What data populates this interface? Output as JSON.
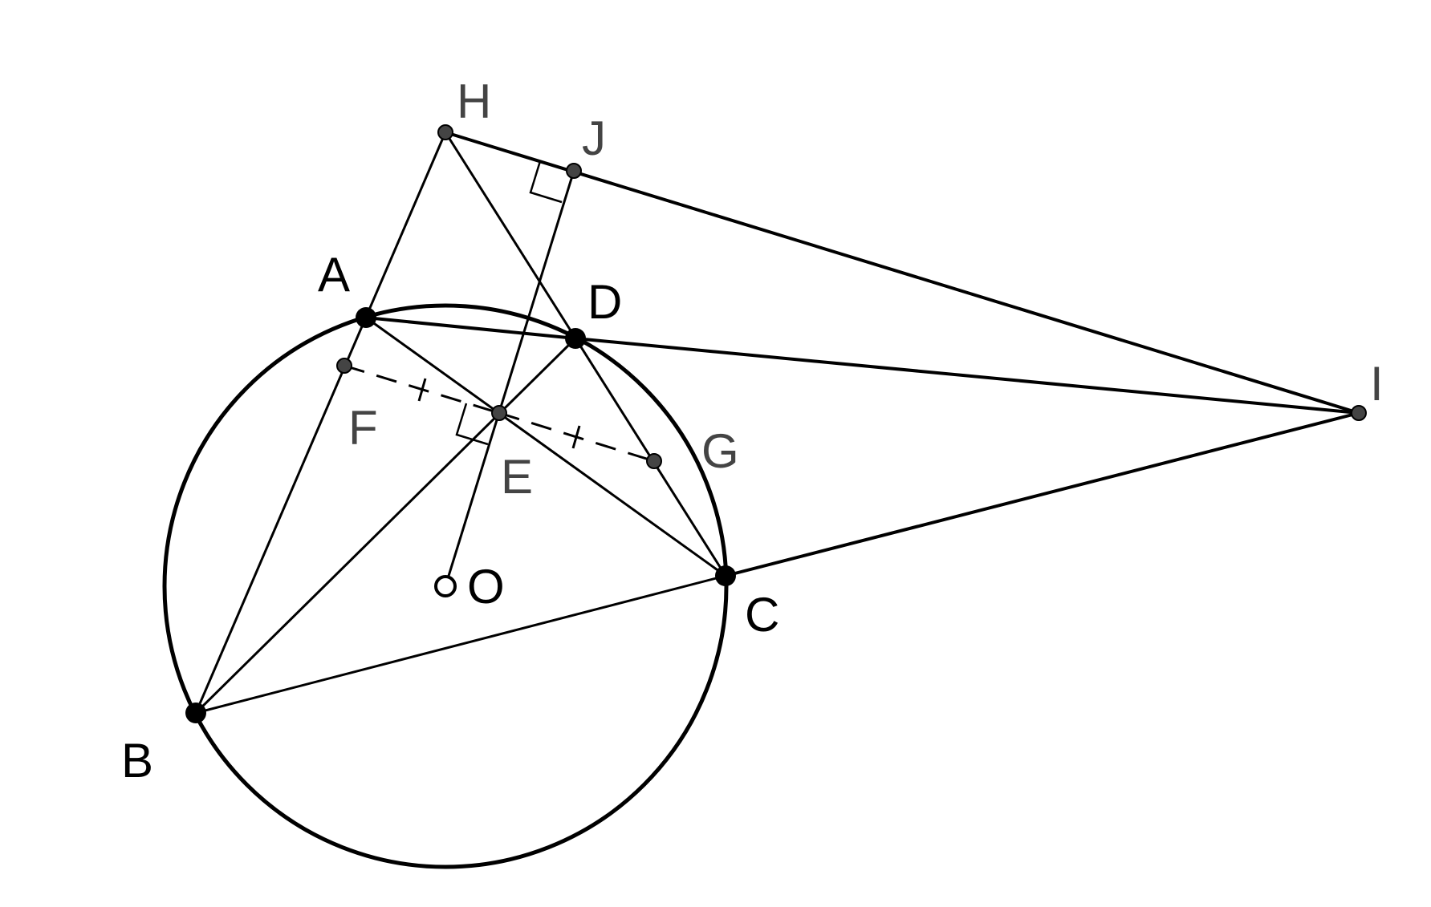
{
  "points": {
    "A": {
      "label": "A"
    },
    "B": {
      "label": "B"
    },
    "C": {
      "label": "C"
    },
    "D": {
      "label": "D"
    },
    "E": {
      "label": "E"
    },
    "F": {
      "label": "F"
    },
    "G": {
      "label": "G"
    },
    "H": {
      "label": "H"
    },
    "I": {
      "label": "I"
    },
    "J": {
      "label": "J"
    },
    "O": {
      "label": "O"
    }
  },
  "colors": {
    "stroke": "#000000",
    "point_dark": "#000000",
    "point_gray": "#444444",
    "label_gray": "#444444"
  }
}
